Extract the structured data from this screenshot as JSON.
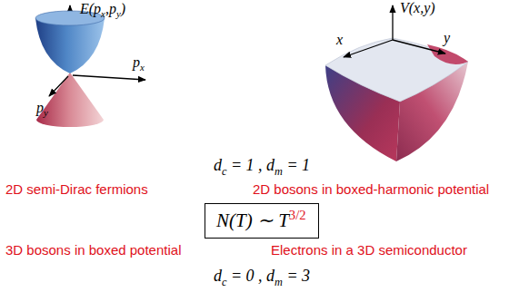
{
  "diagram": {
    "nodes": [
      {
        "text": [
          "N(T) ∼ T3/2"
        ]
      }
    ],
    "labels": [
      "E(px,py)",
      "px",
      "py",
      "V(x,y)",
      "x",
      "y",
      "dc = 1 , dm = 1",
      "2D semi-Dirac fermions",
      "2D bosons in boxed-harmonic potential",
      "3D bosons in boxed potential",
      "Electrons in a 3D semiconductor",
      "dc = 0 , dm = 3"
    ]
  }
}
